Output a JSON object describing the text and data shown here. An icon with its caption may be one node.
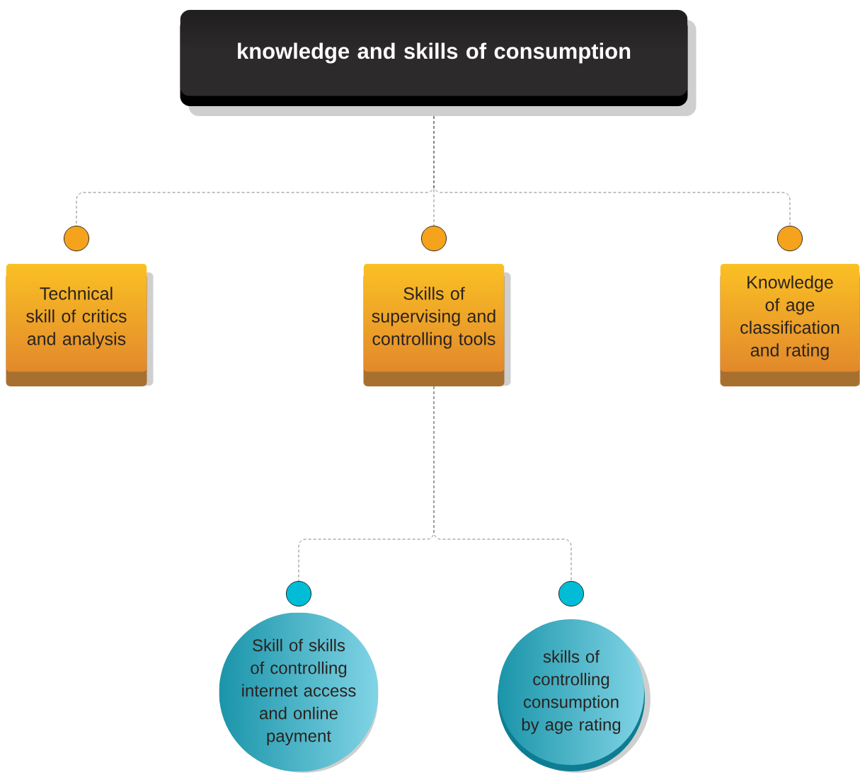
{
  "diagram": {
    "nodes": [
      {
        "text": [
          "knowledge and skills of consumption"
        ]
      },
      {
        "text": [
          "Technical skill of critics and analysis"
        ]
      },
      {
        "text": [
          "Skills of supervising and controlling tools"
        ]
      },
      {
        "text": [
          "Knowledge of age classification and rating"
        ]
      },
      {
        "text": [
          "Skill of skills of controlling internet access and online payment"
        ]
      },
      {
        "text": [
          "skills of controlling consumption by age rating"
        ]
      }
    ],
    "edges": [
      {
        "from": 0,
        "to": 1,
        "arrow": "other",
        "style": "dashed"
      },
      {
        "from": 0,
        "to": 2,
        "arrow": "other",
        "style": "dashed"
      },
      {
        "from": 0,
        "to": 3,
        "arrow": "other",
        "style": "dashed"
      },
      {
        "from": 2,
        "to": 4,
        "arrow": "other",
        "style": "dashed"
      },
      {
        "from": 2,
        "to": 5,
        "arrow": "other",
        "style": "dashed"
      }
    ]
  }
}
